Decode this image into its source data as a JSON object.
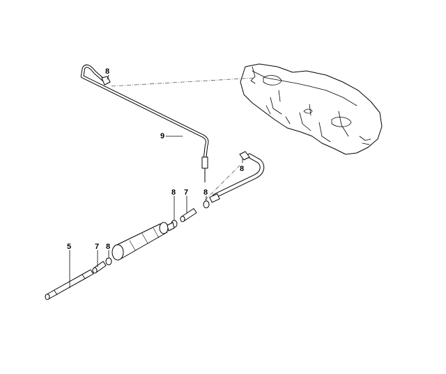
{
  "callouts": {
    "c8_top": "8",
    "c9": "9",
    "c8_upper_right": "8",
    "c8_mid_left": "8",
    "c7_mid": "7",
    "c8_mid_right": "8",
    "c5": "5",
    "c7_lower": "7",
    "c8_lower": "8"
  }
}
